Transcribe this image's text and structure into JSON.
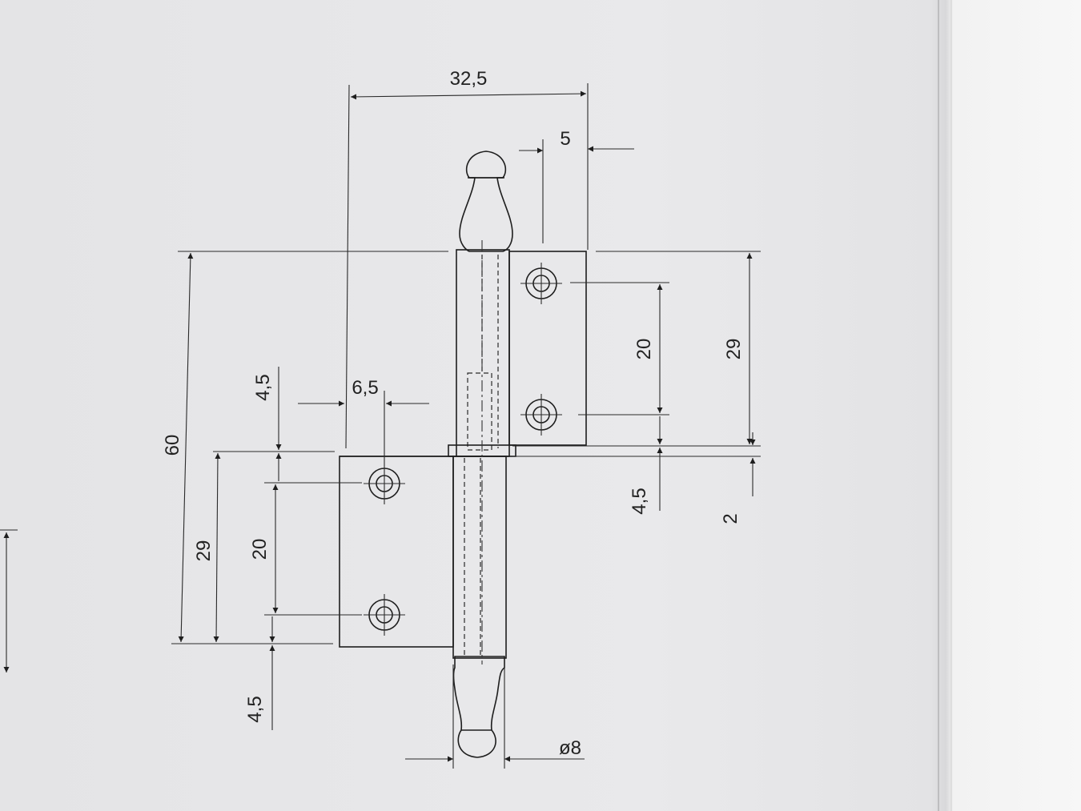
{
  "dimensions": {
    "overall_width": "32,5",
    "leaf_offset": "5",
    "height_total": "60",
    "upper_leaf_height": "29",
    "upper_hole_spacing": "20",
    "upper_hole_edge": "4,5",
    "gap": "2",
    "lower_leaf_height": "29",
    "lower_hole_spacing": "20",
    "lower_hole_edge_top": "4,5",
    "lower_hole_edge_bottom": "4,5",
    "hole_offset": "6,5",
    "pin_diameter": "ø8"
  }
}
